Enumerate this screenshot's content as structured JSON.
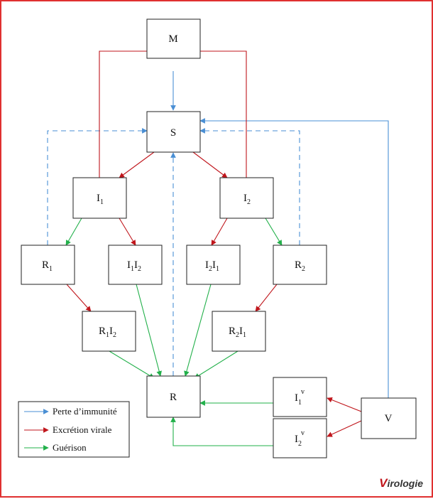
{
  "colors": {
    "blue": "#4a8fd4",
    "red": "#c0161c",
    "green": "#22b04a",
    "border": "#e03030"
  },
  "nodes": {
    "M": "M",
    "S": "S",
    "I1": {
      "main": "I",
      "sub": "1"
    },
    "I2": {
      "main": "I",
      "sub": "2"
    },
    "R1": {
      "main": "R",
      "sub": "1"
    },
    "R2": {
      "main": "R",
      "sub": "2"
    },
    "I1I2": {
      "a": "I",
      "as": "1",
      "b": "I",
      "bs": "2"
    },
    "I2I1": {
      "a": "I",
      "as": "2",
      "b": "I",
      "bs": "1"
    },
    "R1I2": {
      "a": "R",
      "as": "1",
      "b": "I",
      "bs": "2"
    },
    "R2I1": {
      "a": "R",
      "as": "2",
      "b": "I",
      "bs": "1"
    },
    "R": "R",
    "I1v": {
      "main": "I",
      "sub": "1",
      "sup": "v"
    },
    "I2v": {
      "main": "I",
      "sub": "2",
      "sup": "v"
    },
    "V": "V"
  },
  "legend": {
    "blue": "Perte d’immunité",
    "red": "Excrétion virale",
    "green": "Guérison"
  },
  "logo": {
    "first": "V",
    "rest": "irologie"
  }
}
